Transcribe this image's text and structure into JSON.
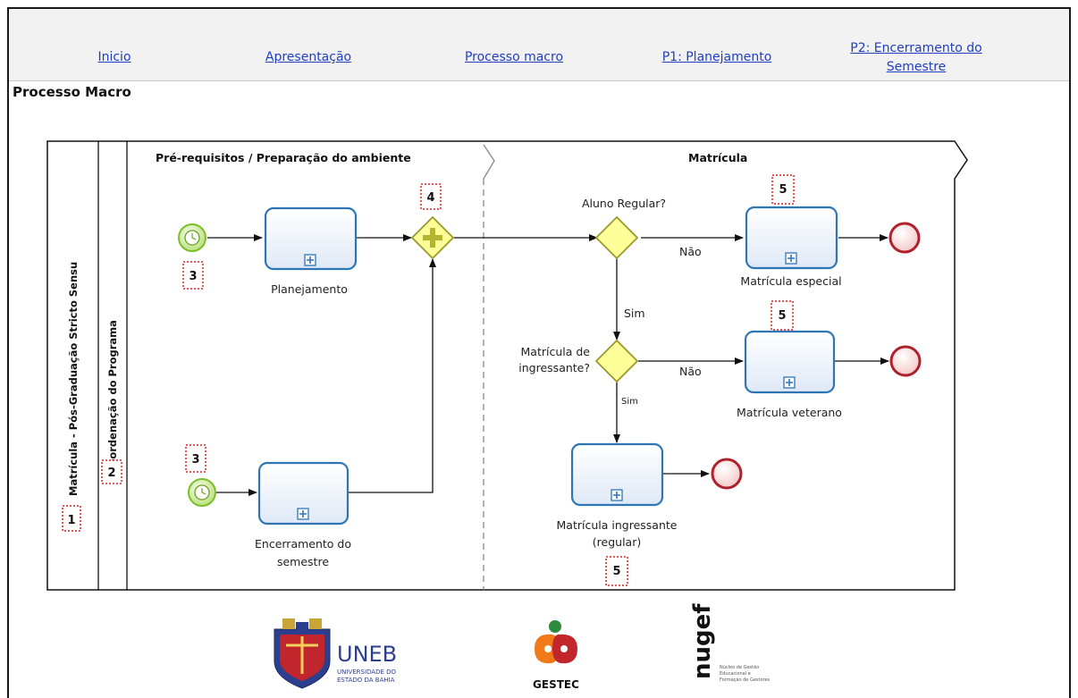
{
  "nav": {
    "items": [
      {
        "label": "Inicio"
      },
      {
        "label": "Apresentação"
      },
      {
        "label": "Processo macro"
      },
      {
        "label": "P1: Planejamento"
      },
      {
        "label": "P2: Encerramento do",
        "label2": "Semestre"
      }
    ]
  },
  "page_title": "Processo Macro",
  "pool": {
    "pool_label": "Matrícula - Pós-Graduação Stricto Sensu",
    "lane_label": "Coordenação do Programa",
    "phase1": "Pré-requisitos / Preparação do ambiente",
    "phase2": "Matrícula"
  },
  "tasks": {
    "planejamento": "Planejamento",
    "encerramento_1": "Encerramento  do",
    "encerramento_2": "semestre",
    "especial": "Matrícula especial",
    "veterano": "Matrícula veterano",
    "ingressante_1": "Matrícula ingressante",
    "ingressante_2": "(regular)"
  },
  "gateways": {
    "regular": "Aluno Regular?",
    "ingressante_1": "Matrícula de",
    "ingressante_2": "ingressante?"
  },
  "flows": {
    "nao1": "Não",
    "nao2": "Não",
    "sim1": "Sim",
    "sim2": "Sim"
  },
  "markers": {
    "m1": "1",
    "m2": "2",
    "m3a": "3",
    "m3b": "3",
    "m4": "4",
    "m5a": "5",
    "m5b": "5",
    "m5c": "5"
  },
  "logos": {
    "uneb_title": "UNEB",
    "uneb_sub1": "UNIVERSIDADE DO",
    "uneb_sub2": "ESTADO DA BAHIA",
    "gestec": "GESTEC",
    "nugef": "nugef",
    "nugef_sub1": "Núcleo de Gestão",
    "nugef_sub2": "Educacional e",
    "nugef_sub3": "Formação de Gestores"
  },
  "colors": {
    "link": "#1f3fbf",
    "task_border": "#2e75b6",
    "start_event": "#8cc43c",
    "end_event": "#b0212b",
    "gateway": "#ffff99",
    "marker_border": "#e02020"
  }
}
